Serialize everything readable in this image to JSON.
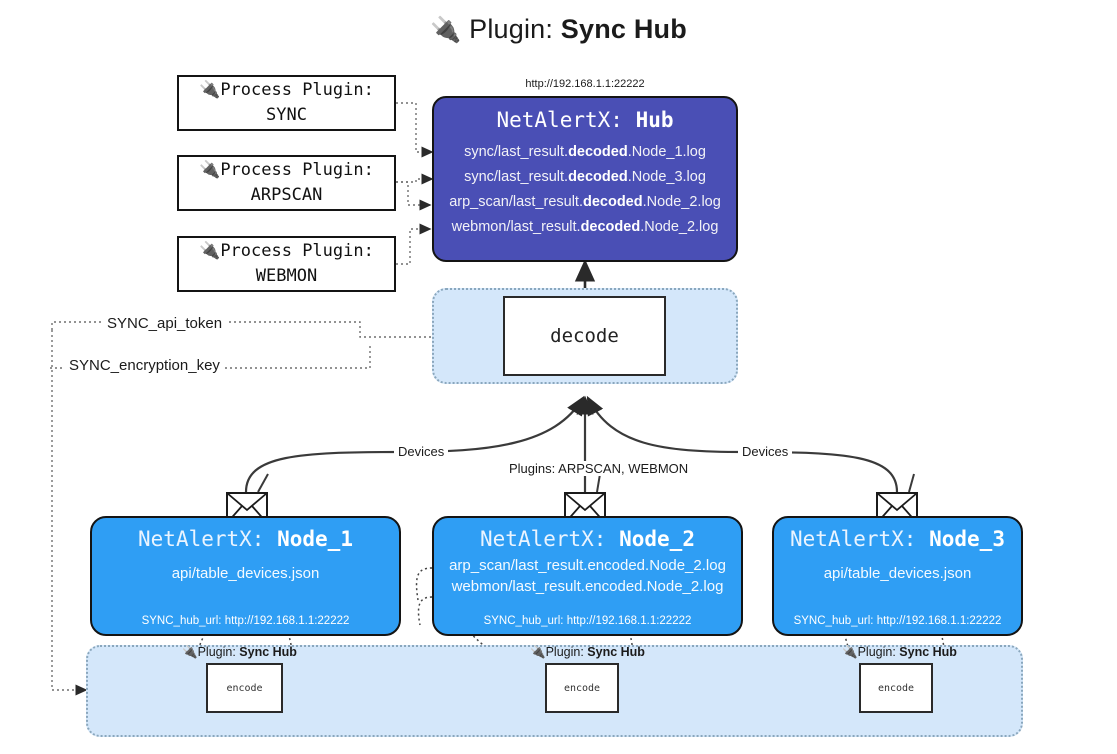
{
  "title": {
    "icon": "plug-icon",
    "prefix": "Plugin:",
    "name": "Sync Hub"
  },
  "process_plugins": [
    {
      "icon": "plug-icon",
      "line1": "Process Plugin:",
      "line2": "SYNC"
    },
    {
      "icon": "plug-icon",
      "line1": "Process Plugin:",
      "line2": "ARPSCAN"
    },
    {
      "icon": "plug-icon",
      "line1": "Process Plugin:",
      "line2": "WEBMON"
    }
  ],
  "hub": {
    "url": "http://192.168.1.1:22222",
    "title_prefix": "NetAlertX:",
    "title_name": "Hub",
    "lines": [
      {
        "pre": "sync/last_result.",
        "strong": "decoded",
        "post": ".Node_1.log"
      },
      {
        "pre": "sync/last_result.",
        "strong": "decoded",
        "post": ".Node_3.log"
      },
      {
        "pre": "arp_scan/last_result.",
        "strong": "decoded",
        "post": ".Node_2.log"
      },
      {
        "pre": "webmon/last_result.",
        "strong": "decoded",
        "post": ".Node_2.log"
      }
    ]
  },
  "decode": {
    "label": "decode"
  },
  "secrets": {
    "api_token": "SYNC_api_token",
    "encryption_key": "SYNC_encryption_key"
  },
  "edge_labels": {
    "devices_left": "Devices",
    "devices_right": "Devices",
    "plugins_center": "Plugins: ARPSCAN, WEBMON"
  },
  "nodes": [
    {
      "icon": "envelope-icon",
      "title_prefix": "NetAlertX:",
      "title_name": "Node_1",
      "lines": [
        "api/table_devices.json"
      ],
      "footer": "SYNC_hub_url: http://192.168.1.1:22222"
    },
    {
      "icon": "envelope-icon",
      "title_prefix": "NetAlertX:",
      "title_name": "Node_2",
      "lines": [
        "arp_scan/last_result.encoded.Node_2.log",
        "webmon/last_result.encoded.Node_2.log"
      ],
      "footer": "SYNC_hub_url: http://192.168.1.1:22222"
    },
    {
      "icon": "envelope-icon",
      "title_prefix": "NetAlertX:",
      "title_name": "Node_3",
      "lines": [
        "api/table_devices.json"
      ],
      "footer": "SYNC_hub_url: http://192.168.1.1:22222"
    }
  ],
  "encoders": [
    {
      "icon": "plug-icon",
      "caption_prefix": "Plugin:",
      "caption_name": "Sync Hub",
      "label": "encode"
    },
    {
      "icon": "plug-icon",
      "caption_prefix": "Plugin:",
      "caption_name": "Sync Hub",
      "label": "encode"
    },
    {
      "icon": "plug-icon",
      "caption_prefix": "Plugin:",
      "caption_name": "Sync Hub",
      "label": "encode"
    }
  ],
  "colors": {
    "hub_fill": "#4a4fb5",
    "node_fill": "#2f9ef4",
    "cluster_fill": "#d4e7fa",
    "stroke": "#141414"
  }
}
